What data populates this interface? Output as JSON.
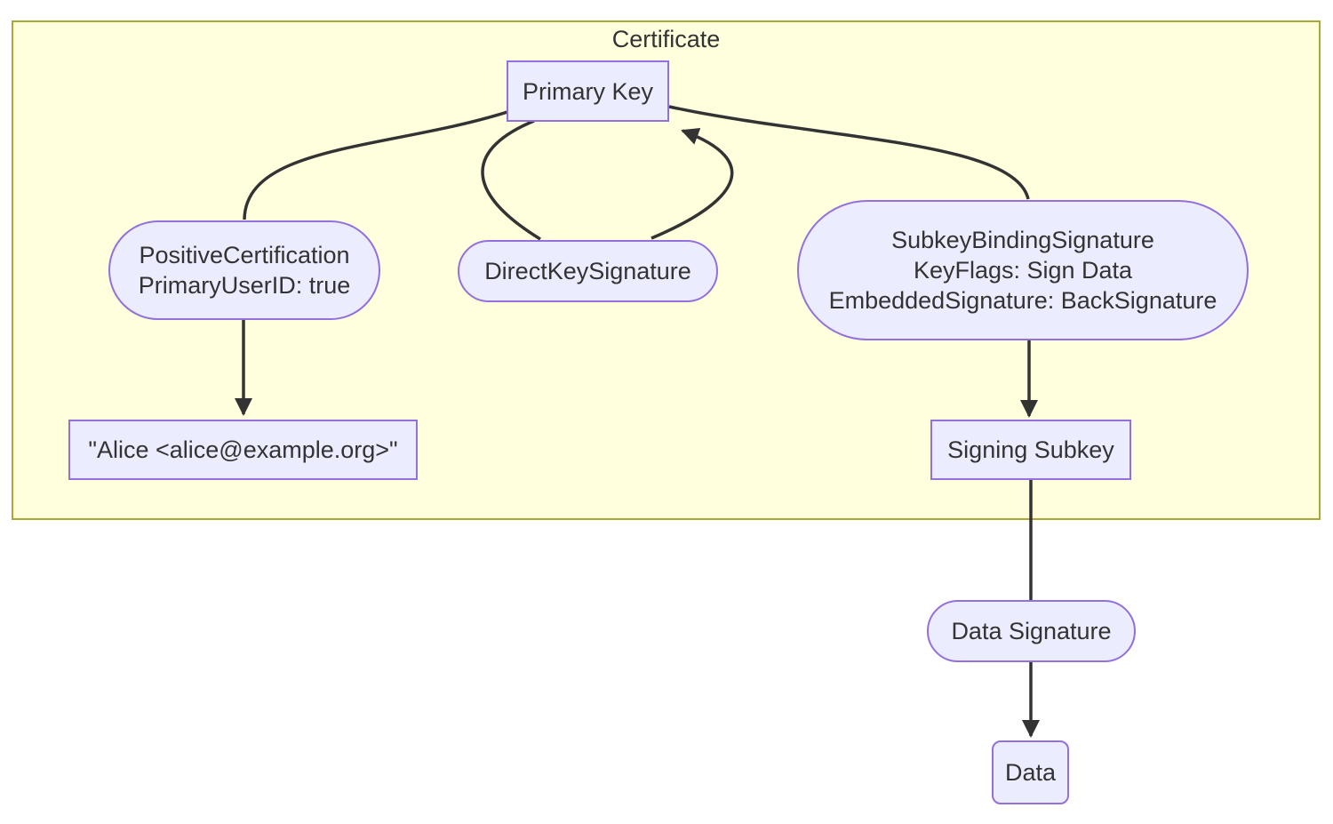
{
  "diagram": {
    "type": "flowchart",
    "cluster": {
      "label": "Certificate"
    },
    "nodes": {
      "primary_key": {
        "label": "Primary Key",
        "shape": "rectangle"
      },
      "positive_certification": {
        "lines": [
          "PositiveCertification",
          "PrimaryUserID: true"
        ],
        "shape": "stadium"
      },
      "direct_key_signature": {
        "label": "DirectKeySignature",
        "shape": "stadium"
      },
      "subkey_binding_signature": {
        "lines": [
          "SubkeyBindingSignature",
          "KeyFlags: Sign Data",
          "EmbeddedSignature: BackSignature"
        ],
        "shape": "stadium"
      },
      "user_id": {
        "label": "\"Alice <alice@example.org>\"",
        "shape": "rectangle"
      },
      "signing_subkey": {
        "label": "Signing Subkey",
        "shape": "rectangle"
      },
      "data_signature": {
        "label": "Data Signature",
        "shape": "stadium"
      },
      "data": {
        "label": "Data",
        "shape": "rounded-rectangle"
      }
    },
    "edges": [
      {
        "from": "primary_key",
        "to": "positive_certification",
        "arrow": false
      },
      {
        "from": "positive_certification",
        "to": "user_id",
        "arrow": true
      },
      {
        "from": "primary_key",
        "to": "direct_key_signature",
        "arrow": false
      },
      {
        "from": "direct_key_signature",
        "to": "primary_key",
        "arrow": true
      },
      {
        "from": "primary_key",
        "to": "subkey_binding_signature",
        "arrow": false
      },
      {
        "from": "subkey_binding_signature",
        "to": "signing_subkey",
        "arrow": true
      },
      {
        "from": "signing_subkey",
        "to": "data_signature",
        "arrow": false
      },
      {
        "from": "data_signature",
        "to": "data",
        "arrow": true
      }
    ],
    "colors": {
      "node_fill": "#ECECFF",
      "node_border": "#9370DB",
      "cluster_fill": "#FFFFDE",
      "cluster_border": "#AAAA33",
      "edge": "#333333",
      "text": "#333333",
      "background": "#FFFFFF"
    }
  }
}
